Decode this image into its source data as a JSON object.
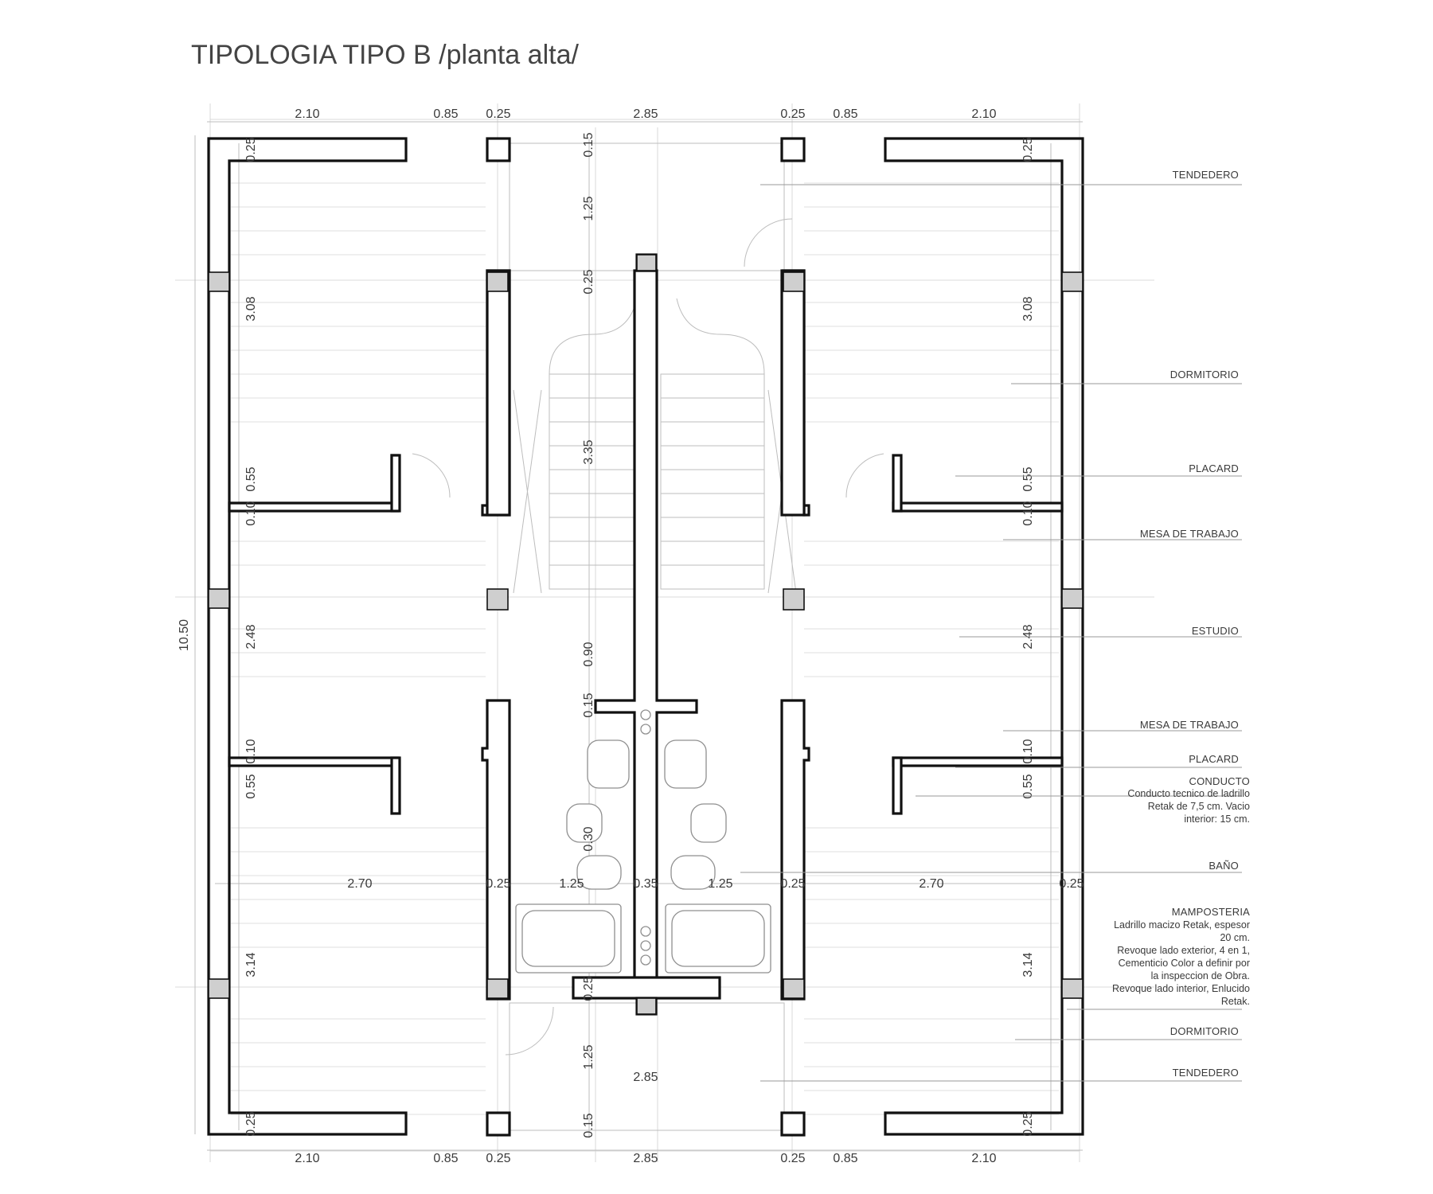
{
  "title": "TIPOLOGIA TIPO B /planta alta/",
  "dimensions": {
    "top": [
      "2.10",
      "0.85",
      "0.25",
      "2.85",
      "0.25",
      "0.85",
      "2.10"
    ],
    "bottom": [
      "2.10",
      "0.85",
      "0.25",
      "2.85",
      "0.25",
      "0.85",
      "2.10"
    ],
    "overall_height": "10.50",
    "center_vertical": [
      "0.15",
      "1.25",
      "0.25",
      "3.35",
      "0.90",
      "0.15",
      "0.30",
      "0.25",
      "1.25",
      "0.15"
    ],
    "room_left": [
      "0.25",
      "3.08",
      "0.55",
      "0.10",
      "2.48",
      "0.10",
      "0.55",
      "3.14",
      "0.25"
    ],
    "room_right": [
      "0.25",
      "3.08",
      "0.55",
      "0.10",
      "2.48",
      "0.10",
      "0.55",
      "3.14",
      "0.25"
    ],
    "bath_row": [
      "2.70",
      "0.25",
      "1.25",
      "0.35",
      "1.25",
      "0.25",
      "2.70",
      "0.25"
    ],
    "rear_width": "2.85"
  },
  "labels": {
    "tendedero_top": "TENDEDERO",
    "dormitorio_top": "DORMITORIO",
    "placard_top": "PLACARD",
    "mesa_top": "MESA DE TRABAJO",
    "estudio": "ESTUDIO",
    "mesa_bottom": "MESA DE TRABAJO",
    "placard_bottom": "PLACARD",
    "conducto_title": "CONDUCTO",
    "conducto_lines": [
      "Conducto tecnico  de ladrillo",
      "Retak de 7,5 cm. Vacio",
      "interior: 15 cm."
    ],
    "bano": "BAÑO",
    "mamposteria_title": "MAMPOSTERIA",
    "mamposteria_lines": [
      "Ladrillo macizo Retak, espesor",
      "20 cm.",
      "Revoque lado exterior, 4 en 1,",
      "Cementicio Color a definir por",
      "la inspeccion de Obra.",
      "Revoque lado interior, Enlucido",
      "Retak."
    ],
    "dormitorio_bottom": "DORMITORIO",
    "tendedero_bottom": "TENDEDERO"
  }
}
